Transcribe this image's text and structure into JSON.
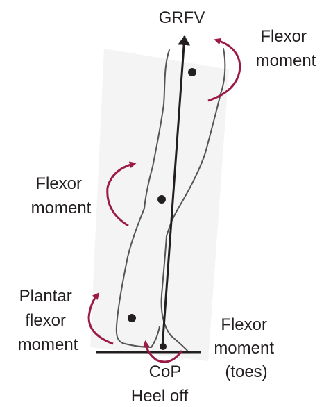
{
  "labels": {
    "grfv": "GRFV",
    "hip_moment": [
      "Flexor",
      "moment"
    ],
    "knee_moment": [
      "Flexor",
      "moment"
    ],
    "ankle_moment": [
      "Plantar",
      "flexor",
      "moment"
    ],
    "toe_moment": [
      "Flexor",
      "moment",
      "(toes)"
    ],
    "cop": "CoP",
    "phase": "Heel off"
  },
  "colors": {
    "moment_arrow": "#9b1b45",
    "line": "#231f20",
    "limb_outline": "#555555"
  }
}
